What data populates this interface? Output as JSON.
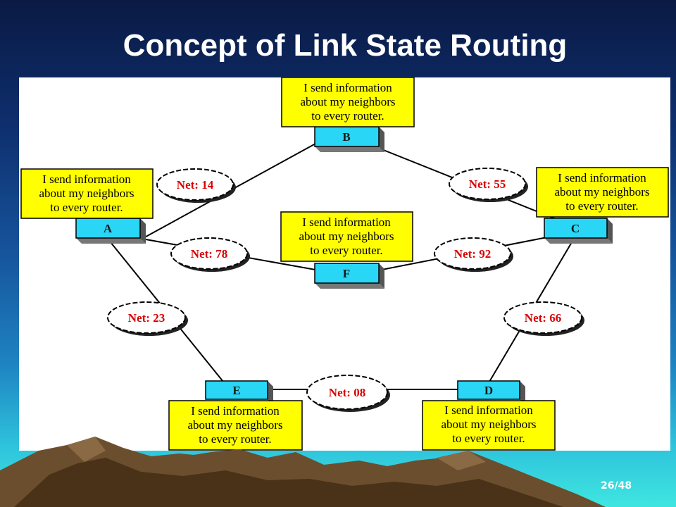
{
  "title": "Concept of Link State Routing",
  "page_number": "26/48",
  "colors": {
    "router_fill": "#29d6f6",
    "message_fill": "#ffff00",
    "net_label": "#d80000",
    "title": "#ffffff"
  },
  "routers": [
    {
      "id": "B",
      "label": "B",
      "message": [
        "I send information",
        "about my neighbors",
        "to every router."
      ]
    },
    {
      "id": "A",
      "label": "A",
      "message": [
        "I send information",
        "about my neighbors",
        "to every router."
      ]
    },
    {
      "id": "C",
      "label": "C",
      "message": [
        "I send information",
        "about my neighbors",
        "to every router."
      ]
    },
    {
      "id": "F",
      "label": "F",
      "message": [
        "I send information",
        "about my neighbors",
        "to every router."
      ]
    },
    {
      "id": "E",
      "label": "E",
      "message": [
        "I send information",
        "about my neighbors",
        "to every router."
      ]
    },
    {
      "id": "D",
      "label": "D",
      "message": [
        "I send information",
        "about my neighbors",
        "to every router."
      ]
    }
  ],
  "networks": [
    {
      "label": "Net: 14",
      "between": [
        "A",
        "B"
      ]
    },
    {
      "label": "Net: 55",
      "between": [
        "B",
        "C"
      ]
    },
    {
      "label": "Net: 78",
      "between": [
        "A",
        "F"
      ]
    },
    {
      "label": "Net: 92",
      "between": [
        "F",
        "C"
      ]
    },
    {
      "label": "Net: 23",
      "between": [
        "A",
        "E"
      ]
    },
    {
      "label": "Net: 66",
      "between": [
        "C",
        "D"
      ]
    },
    {
      "label": "Net: 08",
      "between": [
        "E",
        "D"
      ]
    }
  ]
}
